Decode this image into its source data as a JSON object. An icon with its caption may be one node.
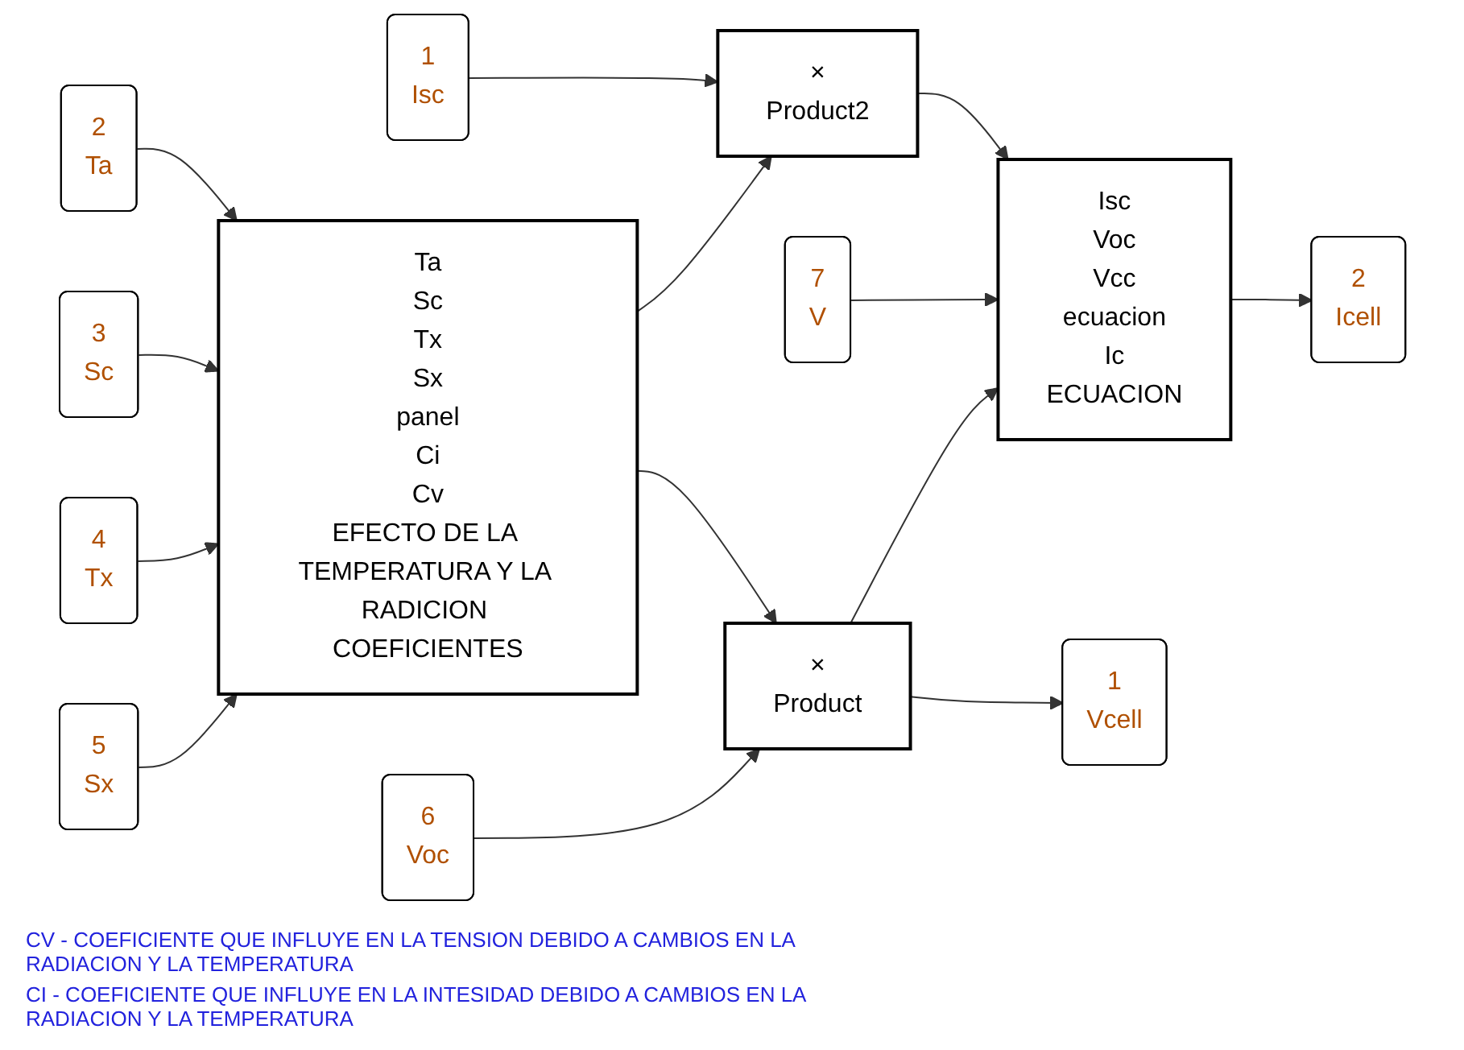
{
  "diagram": {
    "nodes": [
      {
        "text": [
          "1",
          "Isc"
        ]
      },
      {
        "text": [
          "×",
          "Product2"
        ]
      },
      {
        "text": [
          "2",
          "Ta"
        ]
      },
      {
        "text": [
          "3",
          "Sc"
        ]
      },
      {
        "text": [
          "4",
          "Tx"
        ]
      },
      {
        "text": [
          "5",
          "Sx"
        ]
      },
      {
        "text": [
          "Ta",
          "Sc",
          "Tx",
          "Sx",
          "panel",
          "Ci",
          "Cv",
          "EFECTO DE LA TEMPERATURA Y LA RADICION COEFICIENTES"
        ]
      },
      {
        "text": [
          "Isc",
          "Voc",
          "Vcc",
          "ecuacion",
          "Ic",
          "ECUACION"
        ]
      },
      {
        "text": [
          "2",
          "Icell"
        ]
      },
      {
        "text": [
          "7",
          "V"
        ]
      },
      {
        "text": [
          "6",
          "Voc"
        ]
      },
      {
        "text": [
          "×",
          "Product"
        ]
      },
      {
        "text": [
          "1",
          "Vcell"
        ]
      }
    ],
    "edges": [
      {
        "from": 0,
        "to": 1,
        "arrow": "to"
      },
      {
        "from": 6,
        "to": 1,
        "arrow": "to"
      },
      {
        "from": 1,
        "to": 7,
        "arrow": "to"
      },
      {
        "from": 7,
        "to": 8,
        "arrow": "to"
      },
      {
        "from": 9,
        "to": 7,
        "arrow": "to"
      },
      {
        "from": 2,
        "to": 6,
        "arrow": "to"
      },
      {
        "from": 3,
        "to": 6,
        "arrow": "to"
      },
      {
        "from": 4,
        "to": 6,
        "arrow": "to"
      },
      {
        "from": 5,
        "to": 6,
        "arrow": "to"
      },
      {
        "from": 10,
        "to": 11,
        "arrow": "to"
      },
      {
        "from": 6,
        "to": 11,
        "arrow": "to"
      },
      {
        "from": 11,
        "to": 7,
        "arrow": "to"
      },
      {
        "from": 11,
        "to": 12,
        "arrow": "to"
      }
    ],
    "labels": [
      "CV - COEFICIENTE QUE INFLUYE EN LA TENSION DEBIDO A CAMBIOS EN LA RADIACION Y LA TEMPERATURA",
      "CI - COEFICIENTE QUE INFLUYE EN LA INTESIDAD DEBIDO A CAMBIOS EN LA RADIACION Y LA TEMPERATURA"
    ]
  }
}
